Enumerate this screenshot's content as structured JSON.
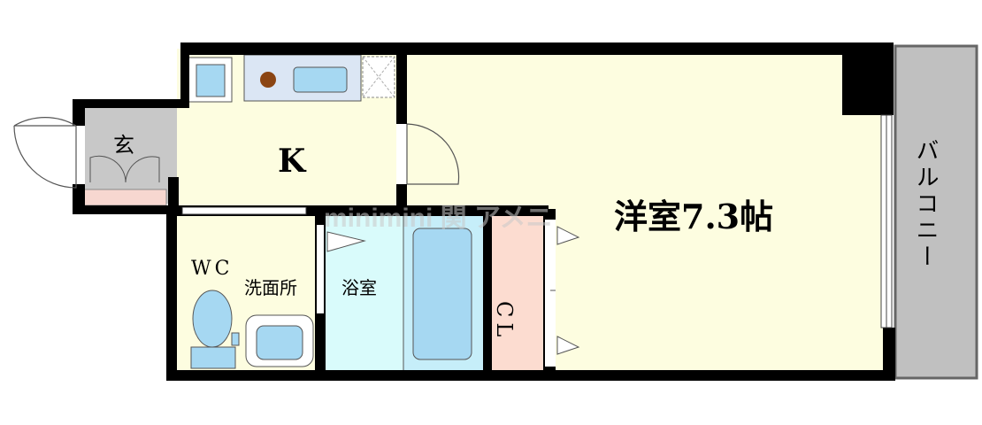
{
  "rooms": {
    "entrance": "玄",
    "kitchen": "K",
    "western_room": "洋室7.3帖",
    "wc": "WC",
    "washroom": "洗面所",
    "bathroom": "浴室",
    "closet": "CL",
    "balcony": "バルコニー"
  },
  "watermark": "minimini 関 アメニ",
  "colors": {
    "wall": "#000000",
    "room_floor": "#fdfde0",
    "entrance_floor": "#c8c8c8",
    "bath_floor": "#d9fbfb",
    "closet_floor": "#fcdcd0",
    "balcony_floor": "#c0c0c0",
    "fixture": "#a6d8f2",
    "step": "#f7d7d0"
  }
}
